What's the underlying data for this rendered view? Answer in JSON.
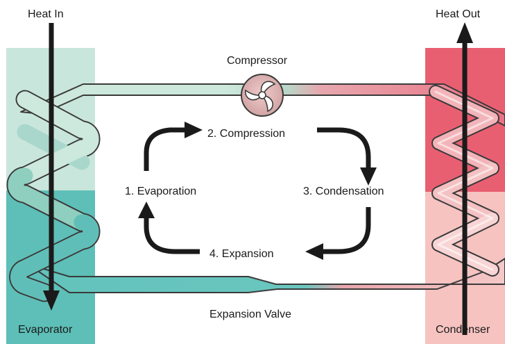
{
  "labels": {
    "heat_in": "Heat In",
    "heat_out": "Heat Out",
    "compressor": "Compressor",
    "expansion_valve": "Expansion Valve",
    "evaporator": "Evaporator",
    "condenser": "Condenser"
  },
  "cycle_steps": [
    "1. Evaporation",
    "2. Compression",
    "3. Condensation",
    "4. Expansion"
  ],
  "colors": {
    "evaporator_top": "#c9e6dc",
    "evaporator_bottom": "#5dbfb7",
    "condenser_top": "#e95f72",
    "condenser_bottom": "#f6c3c1",
    "cold_pipe": "#68c5be",
    "cold_pipe_light": "#c8e7db",
    "hot_pipe": "#e66b7e",
    "hot_pipe_light": "#f7c6c6",
    "compressor": "#d9a7a7",
    "pipe_outline": "#3a3a3a",
    "arrow": "#1a1a1a"
  },
  "icons": {
    "compressor": "fan-icon",
    "heat_arrows": "arrow-icon",
    "cycle_arrows": "curved-arrow-icon"
  }
}
